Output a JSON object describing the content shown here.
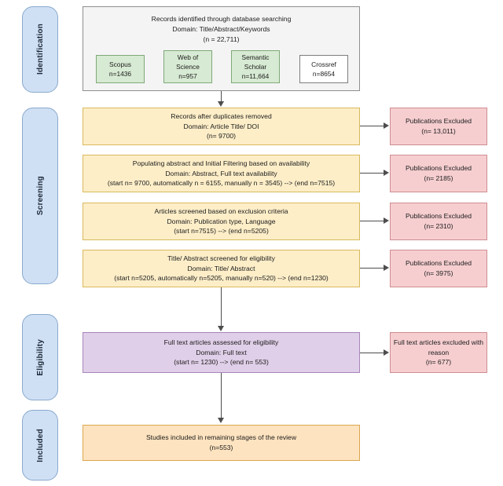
{
  "diagram": {
    "type": "prisma-flow-diagram",
    "title": "PRISMA study selection flow"
  },
  "stages": [
    {
      "label": "Identification"
    },
    {
      "label": "Screening"
    },
    {
      "label": "Eligibility"
    },
    {
      "label": "Included"
    }
  ],
  "identification": {
    "header": {
      "line1": "Records identified through database searching",
      "line2": "Domain: Title/Abstract/Keywords",
      "line3": "(n = 22,711)"
    },
    "sources": [
      {
        "name": "Scopus",
        "line2": "n=1436",
        "highlighted": true
      },
      {
        "name": "Web of",
        "line2": "Science",
        "line3": "n=957",
        "highlighted": true
      },
      {
        "name": "Semantic",
        "line2": "Scholar",
        "line3": "n=11,664",
        "highlighted": true
      },
      {
        "name": "Crossref",
        "line2": "n=8654",
        "highlighted": false
      }
    ]
  },
  "screening": {
    "steps": [
      {
        "line1": "Records after duplicates removed",
        "line2": "Domain: Article Title/ DOI",
        "line3": "(n= 9700)",
        "excluded": {
          "line1": "Publications Excluded",
          "line2": "(n= 13,011)"
        }
      },
      {
        "line1": "Populating abstract and Initial Filtering based on availability",
        "line2": "Domain:  Abstract, Full text availability",
        "line3": "(start n= 9700, automatically n = 6155, manually n = 3545) --> (end n=7515)",
        "excluded": {
          "line1": "Publications Excluded",
          "line2": "(n= 2185)"
        }
      },
      {
        "line1": "Articles screened based on exclusion criteria",
        "line2": "Domain: Publication type, Language",
        "line3": "(start n=7515) --> (end n=5205)",
        "excluded": {
          "line1": "Publications Excluded",
          "line2": "(n= 2310)"
        }
      },
      {
        "line1": "Title/ Abstract screened for eligibility",
        "line2": "Domain: Title/ Abstract",
        "line3": "(start n=5205, automatically n=5205, manually n=520) --> (end n=1230)",
        "excluded": {
          "line1": "Publications Excluded",
          "line2": "(n= 3975)"
        }
      }
    ]
  },
  "eligibility": {
    "main": {
      "line1": "Full text articles assessed for eligibility",
      "line2": "Domain: Full text",
      "line3": "(start n= 1230) --> (end n= 553)"
    },
    "excluded": {
      "line1": "Full text articles excluded with",
      "line2": "reason",
      "line3": "(n= 677)"
    }
  },
  "included": {
    "main": {
      "line1": "Studies included in remaining stages of the review",
      "line2": "(n=553)"
    }
  },
  "colors": {
    "stage_fill": "#cfe0f5",
    "stage_border": "#8aa9cc",
    "identification_fill": "#f4f4f4",
    "source_fill": "#d7ead3",
    "screening_fill": "#fdeec8",
    "excluded_fill": "#f6ced0",
    "eligibility_fill": "#e0cfe8",
    "included_fill": "#fde3bf",
    "connector": "#4d4d4d"
  }
}
